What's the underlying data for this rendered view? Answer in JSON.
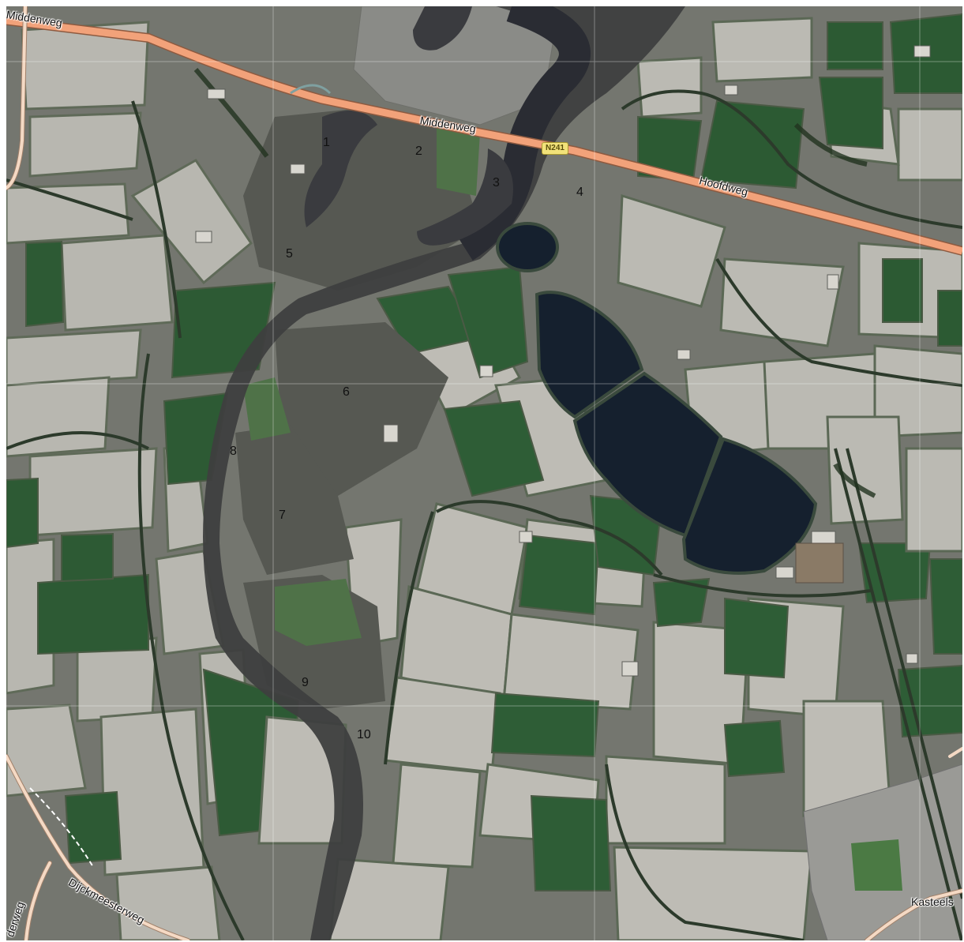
{
  "roads": {
    "middenweg_left": "Middenweg",
    "middenweg_center": "Middenweg",
    "hoofdweg": "Hoofdweg",
    "dijckmeesterweg": "Dijckmeesterweg",
    "derweg": "derweg",
    "kasteels": "Kasteels"
  },
  "shield": {
    "label": "N241",
    "color": "#f1e27a"
  },
  "markers": [
    "1",
    "2",
    "3",
    "4",
    "5",
    "6",
    "7",
    "8",
    "9",
    "10"
  ],
  "colors": {
    "water": "#15202e",
    "road_major": "#f2a27a",
    "road_minor": "#f4d9c4",
    "field_light": "#b9b8b1",
    "field_green": "#2d5a34"
  }
}
